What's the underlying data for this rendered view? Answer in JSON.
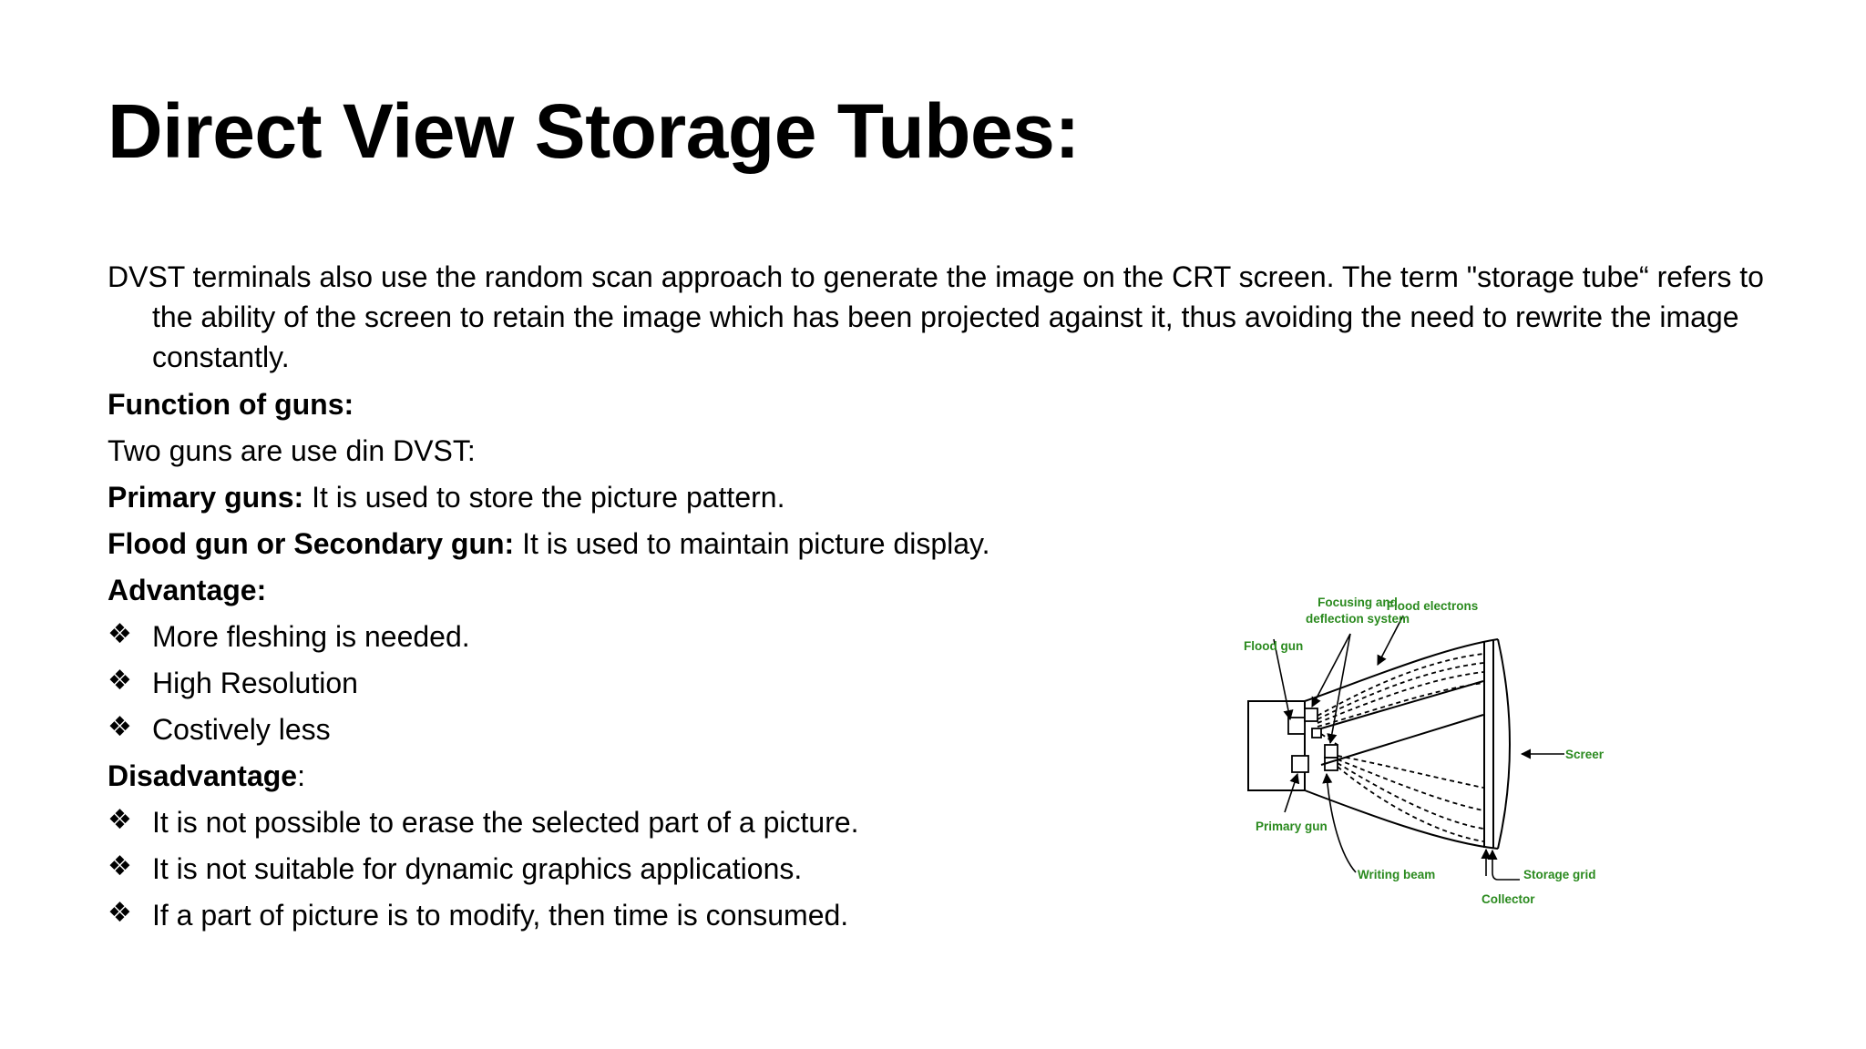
{
  "title": "Direct View Storage Tubes:",
  "intro": "DVST terminals also use the random scan approach to generate the image on the CRT screen. The term \"storage tube“ refers to the ability of the screen to retain the image which has been projected against it, thus avoiding the need to rewrite the image constantly.",
  "function_heading": "Function of guns:",
  "guns_intro": "Two guns are use din DVST:",
  "primary": {
    "label": "Primary guns:",
    "text": " It is used to store the picture pattern."
  },
  "flood": {
    "label": "Flood gun or Secondary gun:",
    "text": " It is used to maintain picture display."
  },
  "advantage_heading": "Advantage:",
  "advantages": [
    "More fleshing is needed.",
    "High Resolution",
    "Costively less"
  ],
  "disadvantage_heading": "Disadvantage",
  "disadvantage_colon": ":",
  "disadvantages": [
    "It is not possible to erase the selected part of a picture.",
    "It is not suitable for dynamic graphics applications.",
    "If a part of picture is to modify, then time is consumed."
  ],
  "bullet_icon": "diamond-bullet-icon",
  "diagram": {
    "label_color": "#2a8a1e",
    "focusing_line1": "Focusing and",
    "focusing_line2": "deflection system",
    "flood_electrons": "Flood electrons",
    "flood_gun": "Flood gun",
    "screen": "Screen",
    "primary_gun": "Primary gun",
    "writing_beam": "Writing beam",
    "storage_grid": "Storage grid",
    "collector": "Collector"
  }
}
